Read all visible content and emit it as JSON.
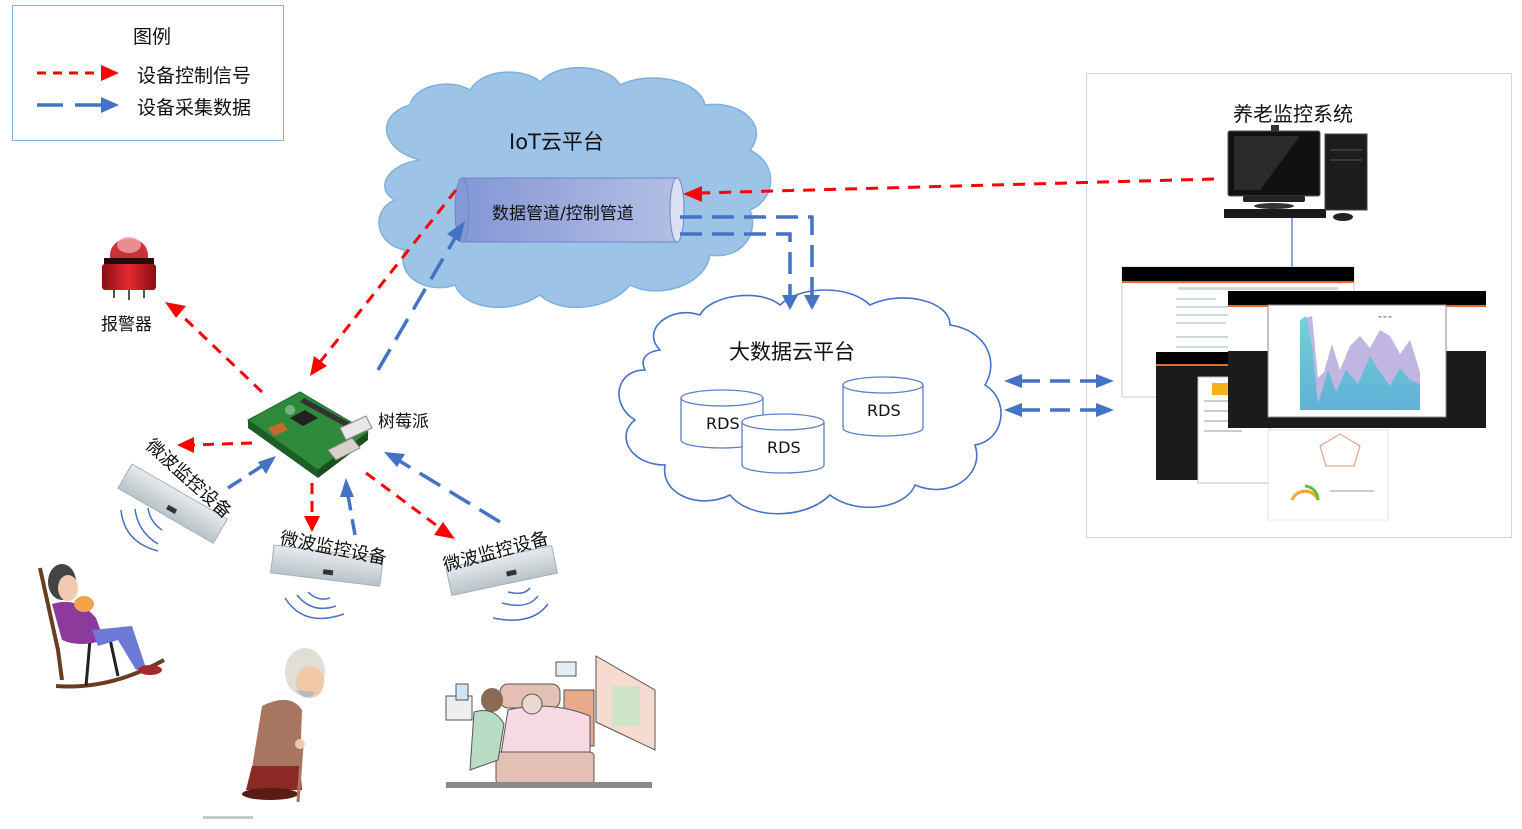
{
  "legend": {
    "title": "图例",
    "items": [
      {
        "label": "设备控制信号",
        "style": "short-dash",
        "color": "#ff0000"
      },
      {
        "label": "设备采集数据",
        "style": "long-dash",
        "color": "#4472c4"
      }
    ]
  },
  "iot_cloud": {
    "title": "IoT云平台",
    "pipe_label": "数据管道/控制管道",
    "fill": "#9dc3e6"
  },
  "bigdata_cloud": {
    "title": "大数据云平台",
    "databases": [
      "RDS",
      "RDS",
      "RDS"
    ]
  },
  "monitor_system": {
    "title": "养老监控系统",
    "icon": "desktop-computer-icon"
  },
  "alarm": {
    "label": "报警器",
    "icon": "alarm-beacon-icon"
  },
  "raspberry_pi": {
    "label": "树莓派",
    "icon": "raspberry-pi-board-icon"
  },
  "sensors": [
    {
      "label": "微波监控设备"
    },
    {
      "label": "微波监控设备"
    },
    {
      "label": "微波监控设备"
    }
  ],
  "people": [
    {
      "icon": "elderly-woman-rocking-chair-icon"
    },
    {
      "icon": "elderly-man-cane-icon"
    },
    {
      "icon": "caregiver-bedside-icon"
    }
  ],
  "colors": {
    "control_signal": "#ff0000",
    "data_flow": "#4472c4",
    "cloud_outline": "#4472c4"
  }
}
